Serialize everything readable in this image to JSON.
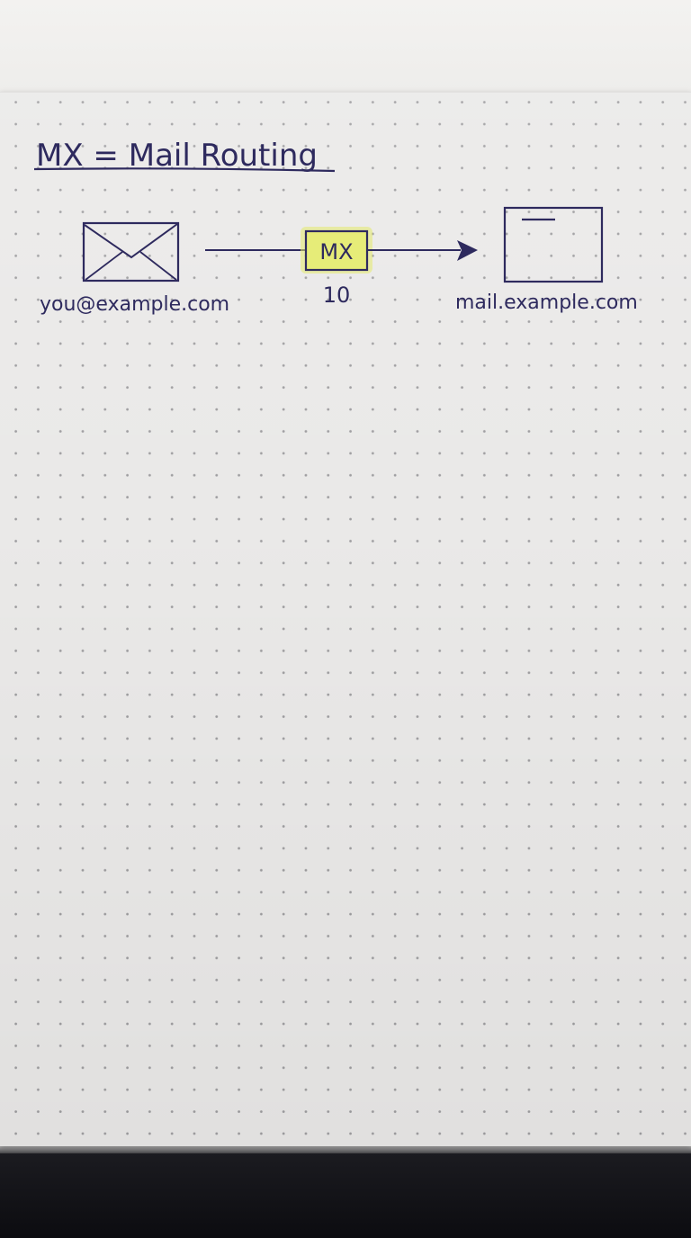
{
  "title": "MX = Mail Routing",
  "sender": {
    "label": "you@example.com",
    "icon": "envelope-icon"
  },
  "record": {
    "label": "MX",
    "priority": "10",
    "highlight_color": "#e3ea6a"
  },
  "destination": {
    "label": "mail.example.com",
    "icon": "server-icon"
  },
  "colors": {
    "ink": "#2e2a5e",
    "paper": "#eae9e8",
    "dots": "#5f5f64"
  }
}
